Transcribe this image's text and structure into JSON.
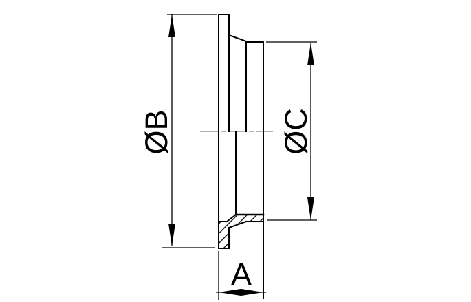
{
  "drawing": {
    "type": "technical-drawing-half-section",
    "dimensions": {
      "diameter_b": {
        "label": "ØB",
        "orientation": "vertical-rotated"
      },
      "diameter_c": {
        "label": "ØC",
        "orientation": "vertical-rotated"
      },
      "length_a": {
        "label": "A",
        "orientation": "horizontal"
      }
    },
    "colors": {
      "line": "#000000",
      "centerline": "#999999",
      "background": "#ffffff"
    }
  }
}
